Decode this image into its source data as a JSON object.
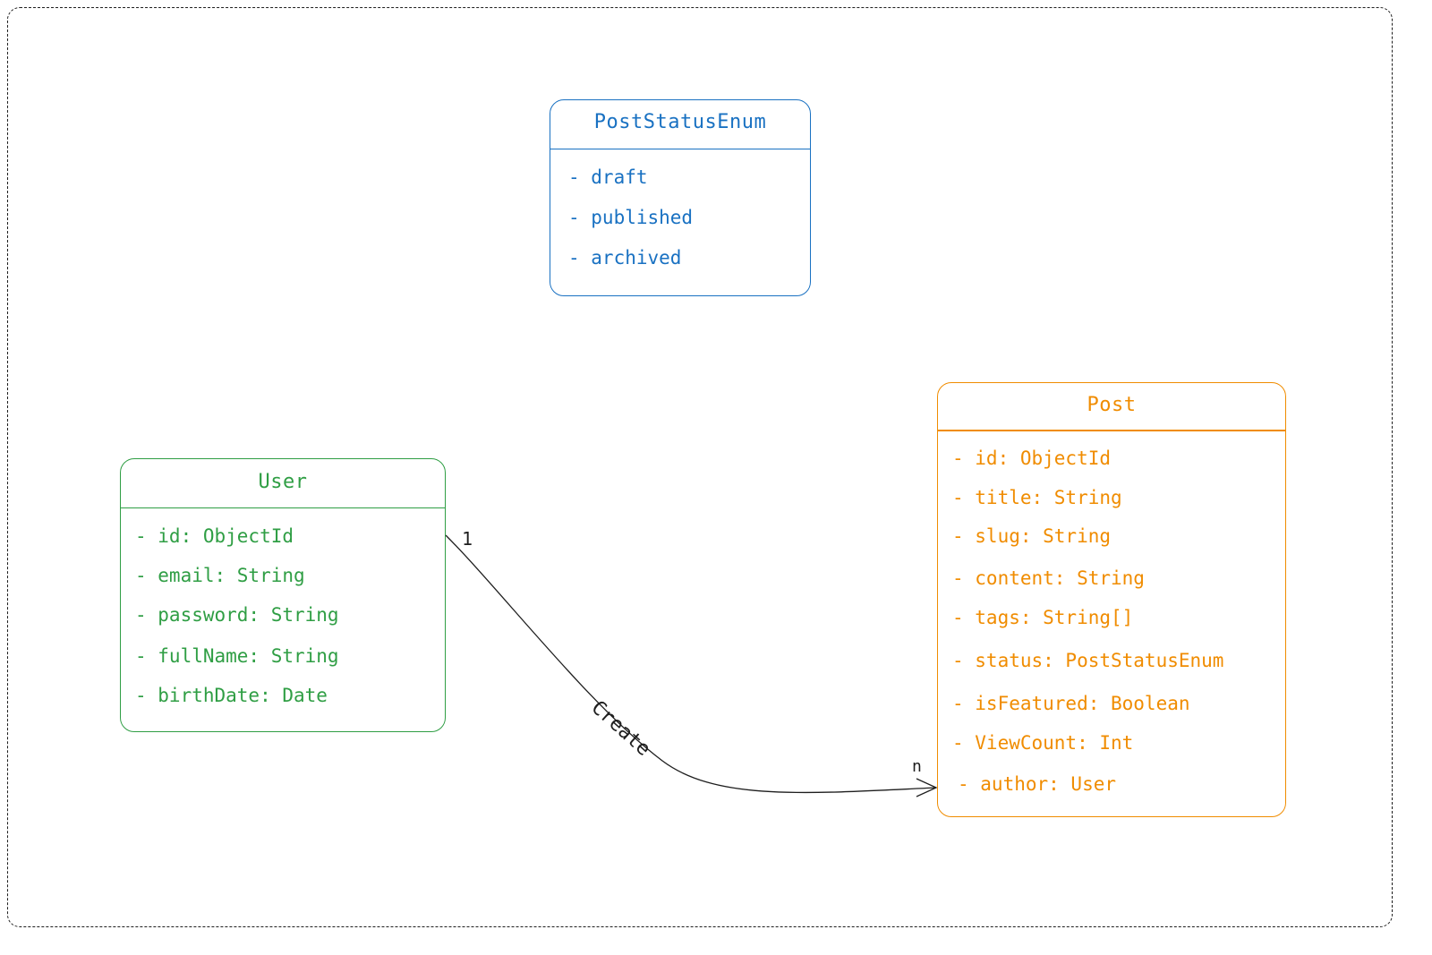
{
  "colors": {
    "enum": "#1971c2",
    "user": "#2f9e44",
    "post": "#f08c00",
    "relation": "#1e1e1e"
  },
  "classes": {
    "enum": {
      "title": "PostStatusEnum",
      "attributes": [
        "- draft",
        "- published",
        "- archived"
      ]
    },
    "user": {
      "title": "User",
      "attributes": [
        "- id: ObjectId",
        "- email: String",
        "- password: String",
        "- fullName: String",
        "- birthDate: Date"
      ]
    },
    "post": {
      "title": "Post",
      "attributes": [
        "- id: ObjectId",
        "- title: String",
        "- slug: String",
        "- content: String",
        "- tags: String[]",
        "- status: PostStatusEnum",
        "- isFeatured: Boolean",
        "- ViewCount: Int",
        "- author: User"
      ]
    }
  },
  "relation": {
    "label": "Create",
    "source_multiplicity": "1",
    "target_multiplicity": "n"
  }
}
